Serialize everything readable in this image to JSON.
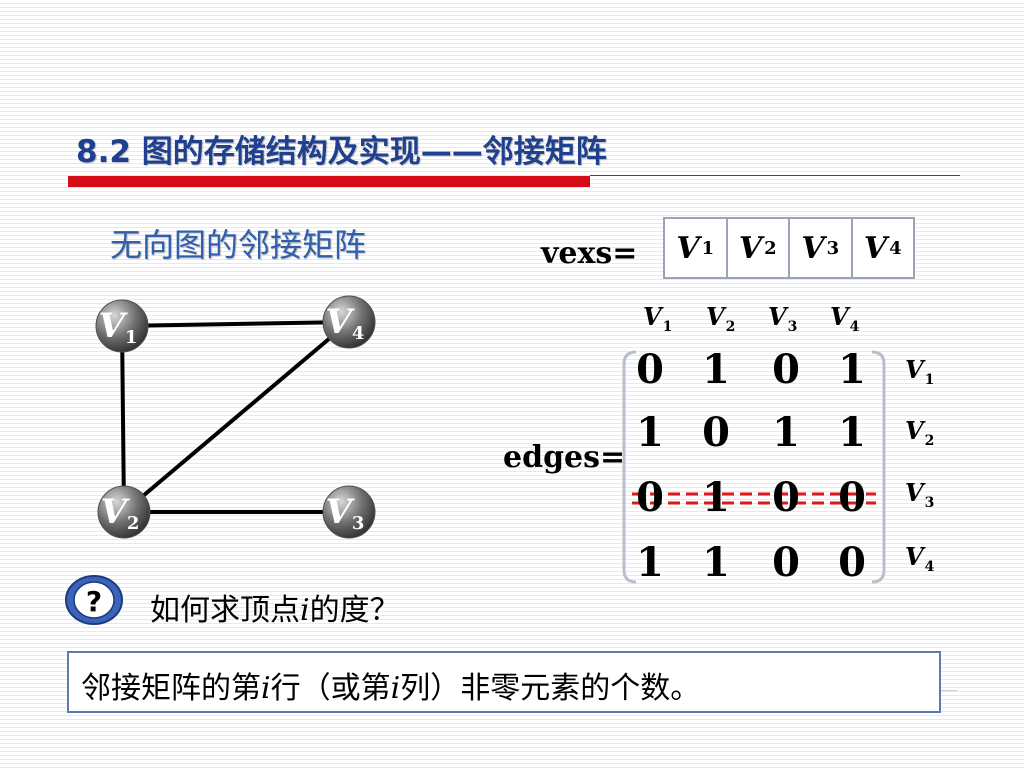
{
  "slide": {
    "title": "8.2 图的存储结构及实现——邻接矩阵",
    "subtitle": "无向图的邻接矩阵"
  },
  "vexs": {
    "label": "vexs=",
    "cells": [
      {
        "letter": "V",
        "index": "1"
      },
      {
        "letter": "V",
        "index": "2"
      },
      {
        "letter": "V",
        "index": "3"
      },
      {
        "letter": "V",
        "index": "4"
      }
    ]
  },
  "edges": {
    "label": "edges=",
    "col_headers": [
      {
        "letter": "V",
        "index": "1"
      },
      {
        "letter": "V",
        "index": "2"
      },
      {
        "letter": "V",
        "index": "3"
      },
      {
        "letter": "V",
        "index": "4"
      }
    ],
    "row_headers": [
      {
        "letter": "V",
        "index": "1"
      },
      {
        "letter": "V",
        "index": "2"
      },
      {
        "letter": "V",
        "index": "3"
      },
      {
        "letter": "V",
        "index": "4"
      }
    ],
    "matrix": [
      [
        "0",
        "1",
        "0",
        "1"
      ],
      [
        "1",
        "0",
        "1",
        "1"
      ],
      [
        "0",
        "1",
        "0",
        "0"
      ],
      [
        "1",
        "1",
        "0",
        "0"
      ]
    ],
    "highlighted_row": 2
  },
  "graph": {
    "nodes": [
      {
        "id": "v1",
        "letter": "V",
        "index": "1"
      },
      {
        "id": "v2",
        "letter": "V",
        "index": "2"
      },
      {
        "id": "v3",
        "letter": "V",
        "index": "3"
      },
      {
        "id": "v4",
        "letter": "V",
        "index": "4"
      }
    ],
    "edges": [
      [
        "v1",
        "v4"
      ],
      [
        "v1",
        "v2"
      ],
      [
        "v2",
        "v4"
      ],
      [
        "v2",
        "v3"
      ]
    ]
  },
  "question": {
    "icon": "question-mark-icon",
    "text_before": "如何求顶点",
    "variable": "i",
    "text_after": "的度？"
  },
  "answer": {
    "part1": "邻接矩阵的第",
    "var1": "i",
    "part2": "行（或第",
    "var2": "i",
    "part3": "列）非零元素的个数。"
  },
  "colors": {
    "title": "#1f3f8f",
    "subtitle": "#2f5fae",
    "accent_red": "#d50b18",
    "table_border": "#9ba3b7",
    "node_fill": "#707070",
    "answer_border": "#5c7bb0"
  }
}
